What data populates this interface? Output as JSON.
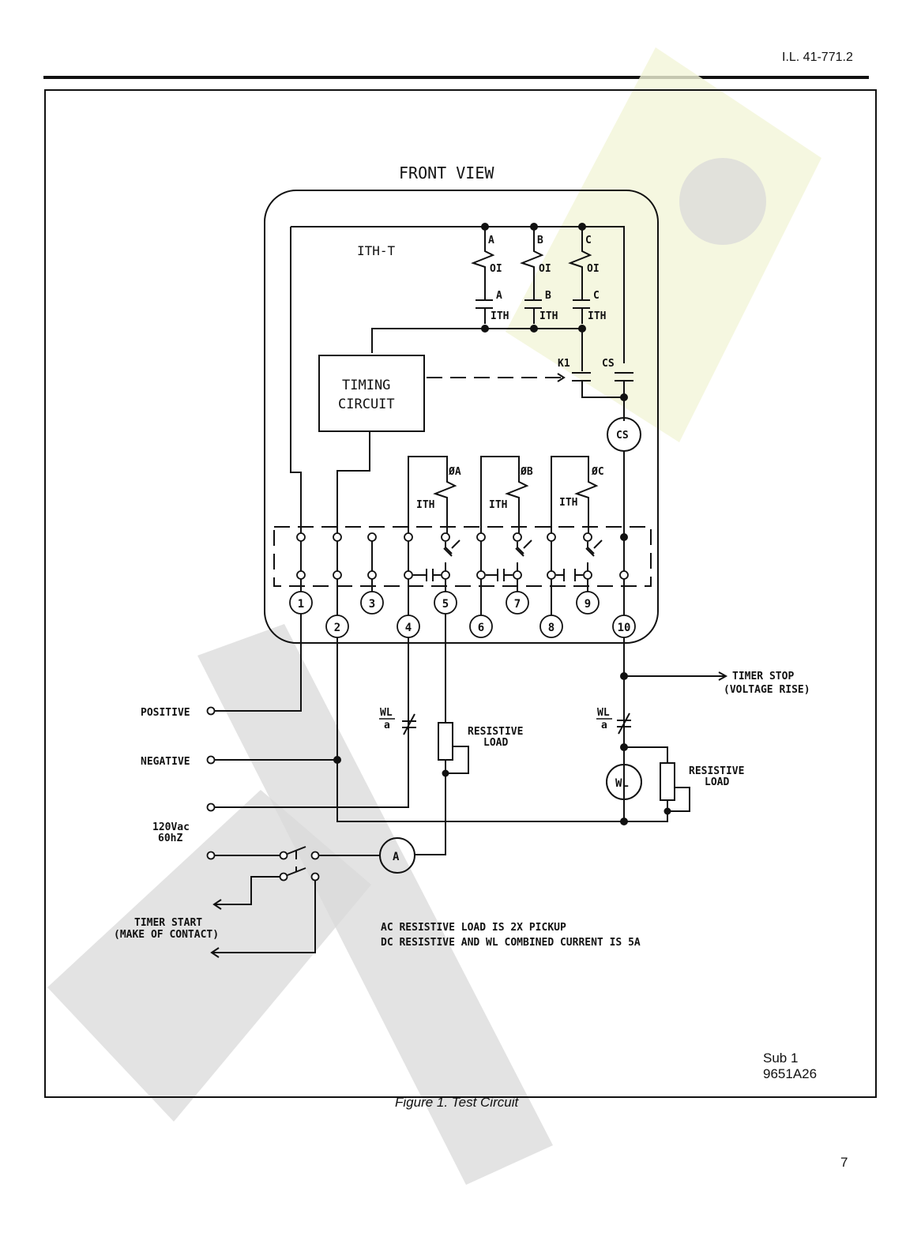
{
  "header": {
    "document_id": "I.L. 41-771.2"
  },
  "footer": {
    "page_number": "7"
  },
  "figure": {
    "caption": "Figure 1.  Test Circuit",
    "revision": "Sub 1",
    "drawing_number": "9651A26"
  },
  "diagram": {
    "title": "FRONT VIEW",
    "relay_type": "ITH-T",
    "timing_block": {
      "line1": "TIMING",
      "line2": "CIRCUIT"
    },
    "oi_coils": [
      {
        "phase": "A",
        "label": "OI"
      },
      {
        "phase": "B",
        "label": "OI"
      },
      {
        "phase": "C",
        "label": "OI"
      }
    ],
    "ith_contacts": [
      {
        "phase": "A",
        "label": "ITH"
      },
      {
        "phase": "B",
        "label": "ITH"
      },
      {
        "phase": "C",
        "label": "ITH"
      }
    ],
    "k1_label": "K1",
    "cs_contact_label": "CS",
    "cs_coil_label": "CS",
    "ith_coils": [
      {
        "phase": "ØA",
        "label": "ITH"
      },
      {
        "phase": "ØB",
        "label": "ITH"
      },
      {
        "phase": "ØC",
        "label": "ITH"
      }
    ],
    "terminals": [
      "1",
      "2",
      "3",
      "4",
      "5",
      "6",
      "7",
      "8",
      "9",
      "10"
    ],
    "external": {
      "positive": "POSITIVE",
      "negative": "NEGATIVE",
      "ac_source_line1": "120Vac",
      "ac_source_line2": "60hZ",
      "ammeter": "A",
      "wl_contact_top": "WL",
      "wl_contact_bottom": "a",
      "resistive_load_line1": "RESISTIVE",
      "resistive_load_line2": "LOAD",
      "wl_coil": "WL",
      "timer_stop_line1": "TIMER STOP",
      "timer_stop_line2": "(VOLTAGE RISE)",
      "timer_start_line1": "TIMER START",
      "timer_start_line2": "(MAKE OF CONTACT)"
    },
    "notes": [
      "AC RESISTIVE LOAD IS 2X PICKUP",
      "DC RESISTIVE AND WL COMBINED CURRENT IS 5A"
    ]
  }
}
